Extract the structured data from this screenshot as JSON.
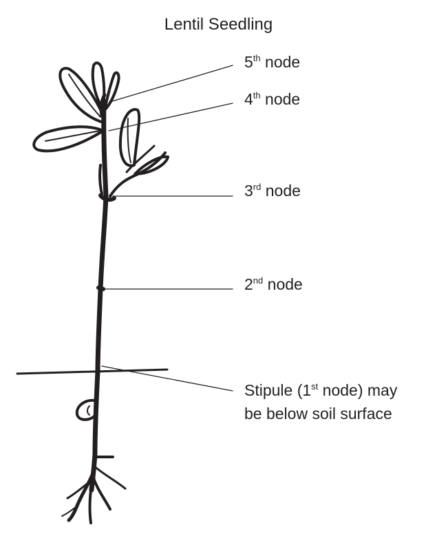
{
  "title": "Lentil Seedling",
  "labels": {
    "node5": {
      "num": "5",
      "sup": "th",
      "text": " node"
    },
    "node4": {
      "num": "4",
      "sup": "th",
      "text": " node"
    },
    "node3": {
      "num": "3",
      "sup": "rd",
      "text": " node"
    },
    "node2": {
      "num": "2",
      "sup": "nd",
      "text": " node"
    },
    "stipule": {
      "pre": "Stipule (1",
      "sup": "st",
      "post": " node) may",
      "line2": "be below soil surface"
    }
  },
  "colors": {
    "ink": "#231f20",
    "background": "#ffffff"
  }
}
